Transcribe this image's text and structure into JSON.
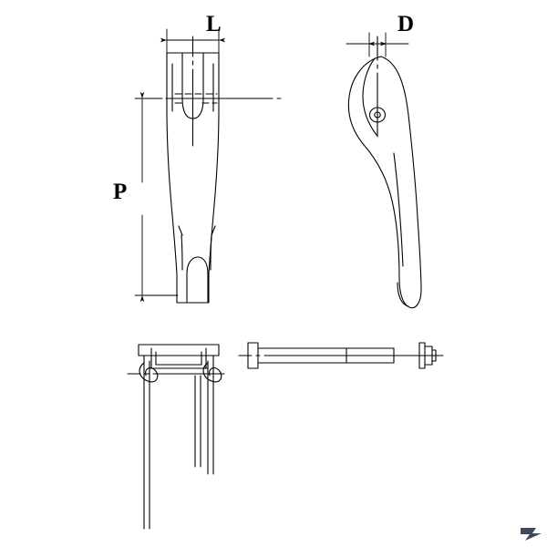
{
  "drawing": {
    "title": "Technical drawing - rope socket / wedge clamp",
    "background_color": "#ffffff",
    "line_color": "#000000",
    "dimension_labels": [
      {
        "name": "L",
        "text": "L",
        "meaning": "overall width of fork top view"
      },
      {
        "name": "D",
        "text": "D",
        "meaning": "pin hole diameter, side view"
      },
      {
        "name": "P",
        "text": "P",
        "meaning": "overall body length, front view"
      }
    ],
    "views": [
      {
        "name": "front-view",
        "label": "front view of socket body with fork jaws"
      },
      {
        "name": "side-view",
        "label": "side profile of socket body with pin hole"
      },
      {
        "name": "bottom-left-part",
        "label": "U-shaped bracket / clip part"
      },
      {
        "name": "bottom-right-part",
        "label": "bolt with nut and washer"
      }
    ]
  },
  "watermark": {
    "name": "corner-logo",
    "color": "#3d4a5c"
  }
}
